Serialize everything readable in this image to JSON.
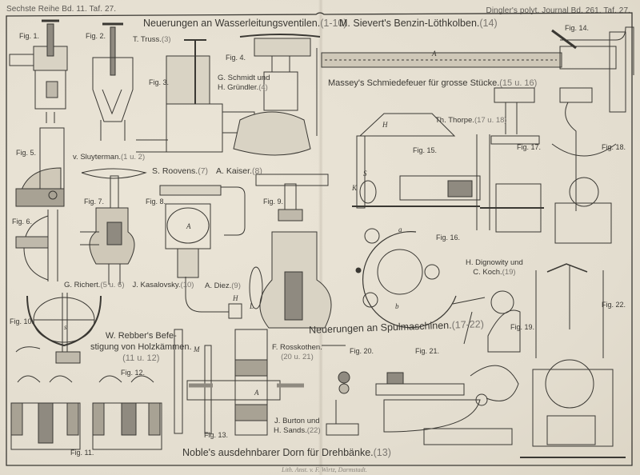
{
  "header": {
    "left": "Sechste Reihe Bd. 11. Taf. 27.",
    "right": "Dingler's polyt. Journal Bd. 261. Taf. 27."
  },
  "sections": [
    {
      "title": "Neuerungen an Wasserleitungsventilen.",
      "ref": "(1-10)"
    },
    {
      "title": "M. Sievert's Benzin-Löthkolben.",
      "ref": "(14)"
    },
    {
      "title": "Massey's Schmiedefeuer für grosse Stücke.",
      "ref": "(15 u. 16)"
    },
    {
      "title": "Neuerungen an Spulmaschinen.",
      "ref": "(17-22)"
    },
    {
      "title": "Noble's ausdehnbarer Dorn für Drehbänke.",
      "ref": "(13)"
    }
  ],
  "authors": [
    {
      "name": "T. Truss.",
      "ref": "(3)"
    },
    {
      "name": "G. Schmidt und",
      "name2": "H. Gründler.",
      "ref": "(4)"
    },
    {
      "name": "v. Sluyterman.",
      "ref": "(1 u. 2)"
    },
    {
      "name": "S. Roovens.",
      "ref": "(7)"
    },
    {
      "name": "A. Kaiser.",
      "ref": "(8)"
    },
    {
      "name": "G. Richert.",
      "ref": "(5 u. 6)"
    },
    {
      "name": "J. Kasalovsky.",
      "ref": "(10)"
    },
    {
      "name": "A. Diez.",
      "ref": "(9)"
    },
    {
      "name": "W. Rebber's Befe-",
      "name2": "stigung von Holzkämmen.",
      "ref": "(11 u. 12)"
    },
    {
      "name": "Th. Thorpe.",
      "ref": "(17 u. 18)"
    },
    {
      "name": "H. Dignowity und",
      "name2": "C. Koch.",
      "ref": "(19)"
    },
    {
      "name": "F. Rosskothen.",
      "ref": "(20 u. 21)"
    },
    {
      "name": "J. Burton und",
      "name2": "H. Sands.",
      "ref": "(22)"
    }
  ],
  "figures": [
    "Fig. 1.",
    "Fig. 2.",
    "Fig. 3.",
    "Fig. 4.",
    "Fig. 5.",
    "Fig. 6.",
    "Fig. 7.",
    "Fig. 8.",
    "Fig. 9.",
    "Fig. 10.",
    "Fig. 11.",
    "Fig. 12.",
    "Fig. 13.",
    "Fig. 14.",
    "Fig. 15.",
    "Fig. 16.",
    "Fig. 17.",
    "Fig. 18.",
    "Fig. 19.",
    "Fig. 20.",
    "Fig. 21.",
    "Fig. 22."
  ],
  "imprint": "Lith. Anst. v. F. Wirtz, Darmstadt.",
  "colors": {
    "paper": "#e6e0d2",
    "ink": "#3a3833",
    "shade": "#8f8a80"
  }
}
